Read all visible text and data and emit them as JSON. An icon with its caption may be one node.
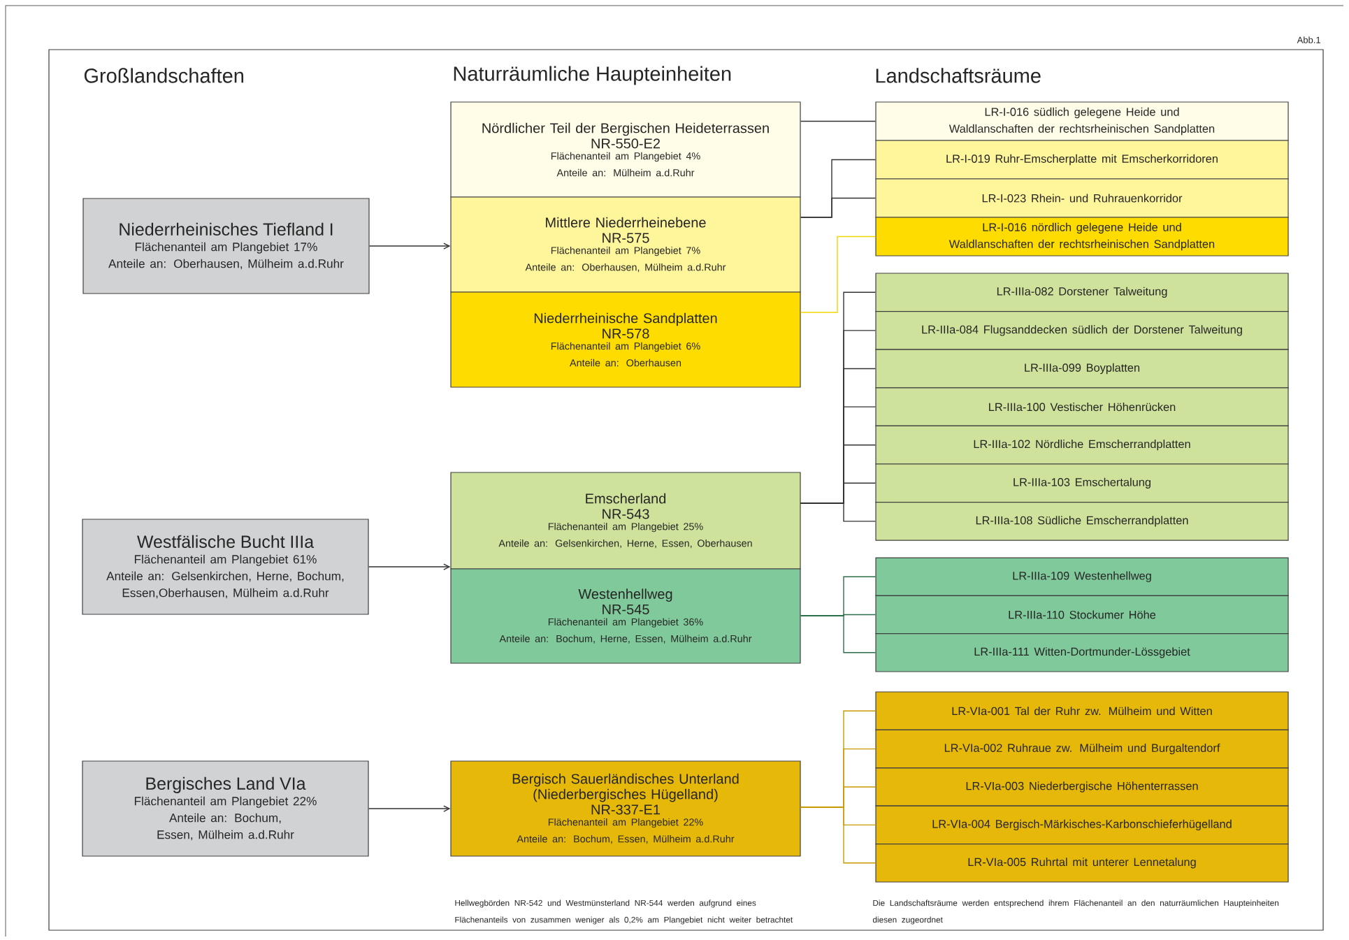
{
  "diagram": {
    "nodes": [
      {
        "text": [
          "Niederrheinisches Tiefland I",
          "Flächenanteil am Plangebiet 17%",
          "Anteile an: Oberhausen, Mülheim a.d.Ruhr"
        ]
      },
      {
        "text": [
          "Westfälische Bucht IIIa",
          "Flächenanteil am Plangebiet 61%",
          "Anteile an: Gelsenkirchen, Herne, Bochum, Essen,Oberhausen, Mülheim a.d.Ruhr"
        ]
      },
      {
        "text": [
          "Bergisches Land VIa",
          "Flächenanteil am Plangebiet 22%",
          "Anteile an: Bochum, Essen, Mülheim a.d.Ruhr"
        ]
      },
      {
        "text": [
          "Nördlicher Teil der Bergischen Heideterrassen",
          "NR-550-E2",
          "Flächenanteil am Plangebiet 4%",
          "Anteile an: Mülheim a.d.Ruhr"
        ]
      },
      {
        "text": [
          "Mittlere Niederrheinebene",
          "NR-575",
          "Flächenanteil am Plangebiet 7%",
          "Anteile an: Oberhausen, Mülheim a.d.Ruhr"
        ]
      },
      {
        "text": [
          "Niederrheinische Sandplatten",
          "NR-578",
          "Flächenanteil am Plangebiet 6%",
          "Anteile an: Oberhausen"
        ]
      },
      {
        "text": [
          "Emscherland",
          "NR-543",
          "Flächenanteil am Plangebiet 25%",
          "Anteile an: Gelsenkirchen, Herne, Essen, Oberhausen"
        ]
      },
      {
        "text": [
          "Westenhellweg",
          "NR-545",
          "Flächenanteil am Plangebiet 36%",
          "Anteile an: Bochum, Herne, Essen, Mülheim a.d.Ruhr"
        ]
      },
      {
        "text": [
          "Bergisch Sauerländisches Unterland (Niederbergisches Hügelland)",
          "NR-337-E1",
          "Flächenanteil am Plangebiet 22%",
          "Anteile an: Bochum, Essen, Mülheim a.d.Ruhr"
        ]
      },
      {
        "text": [
          "LR-I-016 südlich gelegene Heide und Waldlanschaften der rechtsrheinischen Sandplatten"
        ]
      },
      {
        "text": [
          "LR-I-019 Ruhr-Emscherplatte mit Emscherkorridoren"
        ]
      },
      {
        "text": [
          "LR-I-023 Rhein- und Ruhrauenkorridor"
        ]
      },
      {
        "text": [
          "LR-I-016 nördlich gelegene Heide und Waldlanschaften der rechtsrheinischen Sandplatten"
        ]
      },
      {
        "text": [
          "LR-IIIa-082 Dorstener Talweitung"
        ]
      },
      {
        "text": [
          "LR-IIIa-084 Flugsanddecken südlich der Dorstener Talweitung"
        ]
      },
      {
        "text": [
          "LR-IIIa-099 Boyplatten"
        ]
      },
      {
        "text": [
          "LR-IIIa-100 Vestischer Höhenrücken"
        ]
      },
      {
        "text": [
          "LR-IIIa-102 Nördliche Emscherrandplatten"
        ]
      },
      {
        "text": [
          "LR-IIIa-103 Emschertalung"
        ]
      },
      {
        "text": [
          "LR-IIIa-108 Südliche Emscherrandplatten"
        ]
      },
      {
        "text": [
          "LR-IIIa-109 Westenhellweg"
        ]
      },
      {
        "text": [
          "LR-IIIa-110 Stockumer Höhe"
        ]
      },
      {
        "text": [
          "LR-IIIa-111 Witten-Dortmunder-Lössgebiet"
        ]
      },
      {
        "text": [
          "LR-VIa-001 Tal der Ruhr zw. Mülheim und Witten"
        ]
      },
      {
        "text": [
          "LR-VIa-002 Ruhraue zw. Mülheim und Burgaltendorf"
        ]
      },
      {
        "text": [
          "LR-VIa-003 Niederbergische Höhenterrassen"
        ]
      },
      {
        "text": [
          "LR-VIa-004 Bergisch-Märkisches-Karbonschieferhügelland"
        ]
      },
      {
        "text": [
          "LR-VIa-005 Ruhrtal mit unterer Lennetalung"
        ]
      }
    ],
    "edges": [
      {
        "from": 0,
        "to": 4,
        "arrow": "to"
      },
      {
        "from": 1,
        "to": 6,
        "arrow": "to"
      },
      {
        "from": 1,
        "to": 7,
        "arrow": "to"
      },
      {
        "from": 2,
        "to": 8,
        "arrow": "to"
      },
      {
        "from": 3,
        "to": 9,
        "arrow": "none"
      },
      {
        "from": 4,
        "to": 10,
        "arrow": "none"
      },
      {
        "from": 4,
        "to": 11,
        "arrow": "none"
      },
      {
        "from": 5,
        "to": 12,
        "arrow": "none",
        "color": "#f2d600"
      },
      {
        "from": 6,
        "to": 13,
        "arrow": "none"
      },
      {
        "from": 6,
        "to": 14,
        "arrow": "none"
      },
      {
        "from": 6,
        "to": 15,
        "arrow": "none"
      },
      {
        "from": 6,
        "to": 16,
        "arrow": "none"
      },
      {
        "from": 6,
        "to": 17,
        "arrow": "none"
      },
      {
        "from": 6,
        "to": 18,
        "arrow": "none"
      },
      {
        "from": 6,
        "to": 19,
        "arrow": "none"
      },
      {
        "from": 7,
        "to": 20,
        "arrow": "none",
        "color": "#2b6e48"
      },
      {
        "from": 7,
        "to": 21,
        "arrow": "none",
        "color": "#2b6e48"
      },
      {
        "from": 7,
        "to": 22,
        "arrow": "none",
        "color": "#2b6e48"
      },
      {
        "from": 8,
        "to": 23,
        "arrow": "none",
        "color": "#c99a00"
      },
      {
        "from": 8,
        "to": 24,
        "arrow": "none",
        "color": "#c99a00"
      },
      {
        "from": 8,
        "to": 25,
        "arrow": "none",
        "color": "#c99a00"
      },
      {
        "from": 8,
        "to": 26,
        "arrow": "none",
        "color": "#c99a00"
      },
      {
        "from": 8,
        "to": 27,
        "arrow": "none",
        "color": "#c99a00"
      }
    ],
    "labels": [
      "Abb.1",
      "Großlandschaften",
      "Naturräumliche Haupteinheiten",
      "Landschaftsräume",
      "Hellwegbörden NR-542 und Westmünsterland NR-544 werden aufgrund eines Flächenanteils von zusammen weniger als 0,2% am Plangebiet nicht weiter betrachtet",
      "Die Landschaftsräume werden entsprechend ihrem Flächenanteil an den naturräumlichen Haupteinheiten diesen zugeordnet"
    ]
  }
}
